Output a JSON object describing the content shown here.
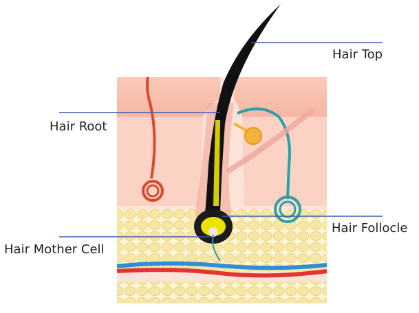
{
  "labels": {
    "hair_top": "Hair Top",
    "hair_root": "Hair Root",
    "hair_follicle": "Hair Follocle",
    "hair_mother_cell": "Hair Mother Cell"
  },
  "colors": {
    "leader_line": "#3a5fae",
    "epidermis": "#f7b7a6",
    "dermis": "#fbe3d8",
    "fat": "#f7e7a6",
    "hair": "#111111",
    "artery": "#e3342f",
    "vein": "#2f8fd6",
    "sweat_gland": "#d64a2d",
    "nerve": "#2aa0a8",
    "sebaceous_gland": "#f3b23a"
  }
}
